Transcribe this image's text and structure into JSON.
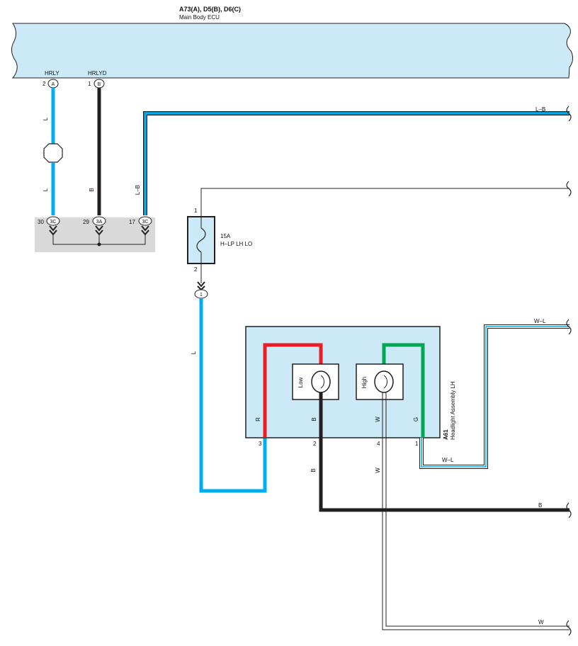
{
  "ecu": {
    "code": "A73(A), D5(B), D6(C)",
    "name": "Main Body ECU",
    "color": "#cce9f8"
  },
  "ecu_pins": [
    {
      "name": "HRLY",
      "pin": "2",
      "conn": "A"
    },
    {
      "name": "HRLYD",
      "pin": "1",
      "conn": "B"
    }
  ],
  "junction_pins": [
    {
      "pin": "30",
      "conn": "3C"
    },
    {
      "pin": "29",
      "conn": "3A"
    },
    {
      "pin": "17",
      "conn": "3C"
    }
  ],
  "fuse": {
    "rating": "15A",
    "name": "H–LP LH LO",
    "pin_top": "1",
    "pin_bottom": "2"
  },
  "connector_1": "1",
  "headlight": {
    "code": "A61",
    "name": "Headlight Assembly LH",
    "low": "Low",
    "high": "High",
    "pins": [
      "3",
      "2",
      "4",
      "1"
    ],
    "pin_wire_labels": [
      "R",
      "B",
      "W",
      "G"
    ]
  },
  "wire_labels": {
    "hrly_top": "L",
    "hrly_bottom": "L",
    "hrlyd": "B",
    "lb_vertical": "L–B",
    "lb_right": "L–B",
    "fuse_out": "L",
    "wl_right": "W–L",
    "wl_bottom": "W–L",
    "b_vertical": "B",
    "b_right": "B",
    "w_vertical": "W",
    "w_right": "W"
  },
  "colors": {
    "blue": "#00aeef",
    "black": "#231f20",
    "red": "#ed1c24",
    "green": "#00a651",
    "panel_grey": "#d9d9d9"
  }
}
